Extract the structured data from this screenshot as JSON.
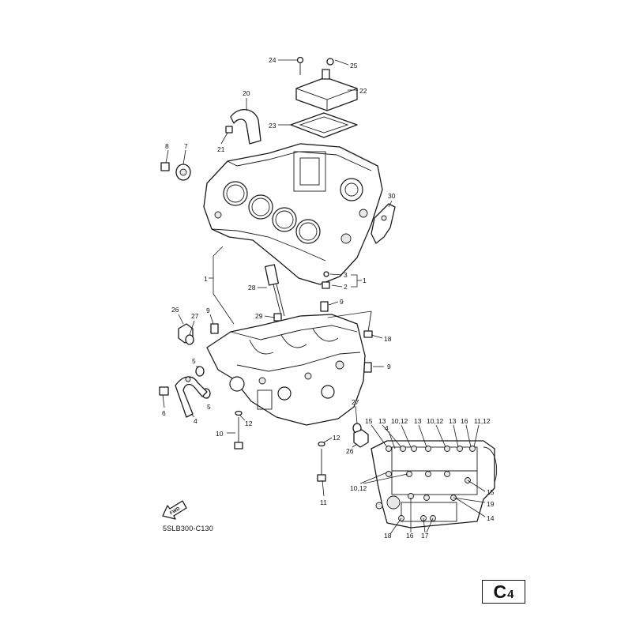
{
  "diagram": {
    "code": "5SLB300-C130",
    "page_tag": {
      "letter": "C",
      "number": "4"
    },
    "fwd_marker": "FWD"
  },
  "callouts": {
    "c24": "24",
    "c25": "25",
    "c22": "22",
    "c20": "20",
    "c23": "23",
    "c21": "21",
    "c8": "8",
    "c7": "7",
    "c30": "30",
    "c3": "3",
    "c2": "2",
    "c1a": "1",
    "c1b": "1",
    "c28": "28",
    "c9a": "9",
    "c9b": "9",
    "c9c": "9",
    "c26a": "26",
    "c27a": "27",
    "c29": "29",
    "c18a": "18",
    "c5a": "5",
    "c5b": "5",
    "c6": "6",
    "c4a": "4",
    "c12a": "12",
    "c10a": "10",
    "c27b": "27",
    "c26b": "26",
    "c12b": "12",
    "c11": "11",
    "b15a": "15",
    "b13a": "13",
    "b1012a": "10,12",
    "b13b": "13",
    "b1012b": "10,12",
    "b13c": "13",
    "b16a": "16",
    "b1112": "11,12",
    "b4": "4",
    "b1012c": "10,12",
    "b15b": "15",
    "b19": "19",
    "b14": "14",
    "b18": "18",
    "b16b": "16",
    "b17": "17"
  }
}
